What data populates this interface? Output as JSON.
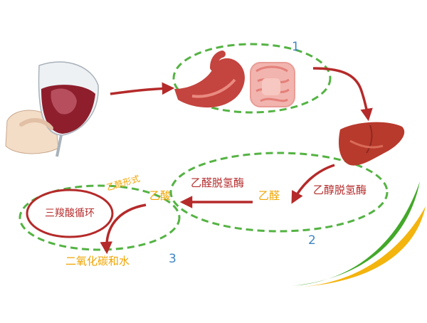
{
  "stages": [
    "1",
    "2",
    "3"
  ],
  "labels": {
    "adh": "乙醇脱氢酶",
    "aldh": "乙醛脱氢酶",
    "acetaldehyde": "乙醛",
    "acetic_acid": "乙酸",
    "acetyl_form": "乙酰形式",
    "tca": "三羧酸循环",
    "products": "二氧化碳和水"
  },
  "colors": {
    "arrow": "#b52a2a",
    "ellipse": "#54b343",
    "orange_text": "#f0a400",
    "number": "#3e86c4",
    "stripe_green": "#43a829",
    "stripe_yellow": "#f3b40e"
  },
  "icons": [
    "wine-glass-in-hand-icon",
    "stomach-icon",
    "intestine-icon",
    "liver-icon"
  ]
}
